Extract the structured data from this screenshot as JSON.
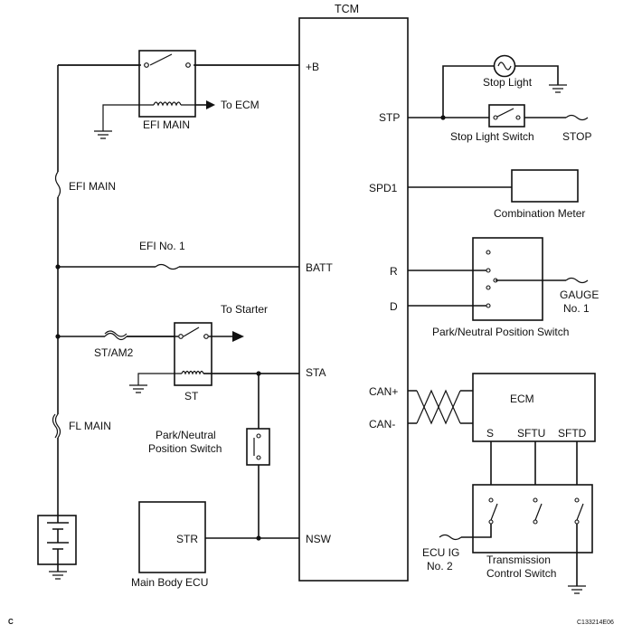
{
  "tcm": {
    "title": "TCM",
    "pins": {
      "plus_b": "+B",
      "batt": "BATT",
      "sta": "STA",
      "nsw": "NSW",
      "stp": "STP",
      "spd1": "SPD1",
      "r": "R",
      "d": "D",
      "can_plus": "CAN+",
      "can_minus": "CAN-"
    }
  },
  "left": {
    "efi_main_relay": "EFI MAIN",
    "to_ecm": "To ECM",
    "efi_main_fuse": "EFI MAIN",
    "efi_no1_fuse": "EFI No. 1",
    "to_starter": "To Starter",
    "st_am2_fuse": "ST/AM2",
    "st_relay": "ST",
    "fl_main_fuse": "FL MAIN",
    "pnp_switch_line1": "Park/Neutral",
    "pnp_switch_line2": "Position Switch",
    "main_body_ecu_pin": "STR",
    "main_body_ecu": "Main Body ECU"
  },
  "right": {
    "stop_light": "Stop Light",
    "stop_light_switch": "Stop Light Switch",
    "stop_fuse": "STOP",
    "combination_meter": "Combination Meter",
    "gauge_fuse_line1": "GAUGE",
    "gauge_fuse_line2": "No. 1",
    "pnp_switch": "Park/Neutral Position Switch",
    "ecm": "ECM",
    "ecm_pins": [
      "S",
      "SFTU",
      "SFTD"
    ],
    "ecu_ig_line1": "ECU IG",
    "ecu_ig_line2": "No. 2",
    "tcs_line1": "Transmission",
    "tcs_line2": "Control Switch"
  },
  "footer": {
    "letter": "C",
    "code": "C133214E06"
  }
}
